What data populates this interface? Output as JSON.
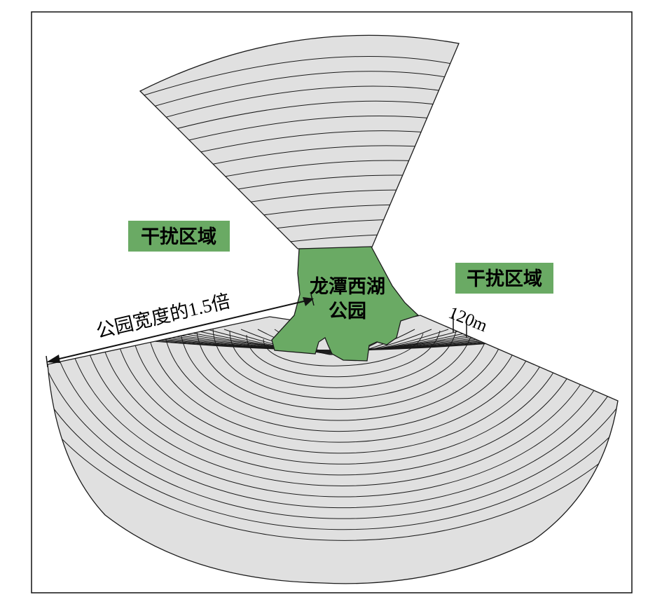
{
  "colors": {
    "background": "#ffffff",
    "ring_fill": "#e0e0e0",
    "ring_stroke": "#1a1a1a",
    "park_fill": "#6aaa64",
    "label_fill": "#6aaa64",
    "text": "#111111"
  },
  "labels": {
    "zone_left": "干扰区域",
    "zone_right": "干扰区域",
    "park_line1": "龙潭西湖",
    "park_line2": "公园",
    "width_note": "公园宽度的1.5倍",
    "ring_spacing": "120m"
  },
  "rings": {
    "north_count": 13,
    "south_count": 17
  }
}
